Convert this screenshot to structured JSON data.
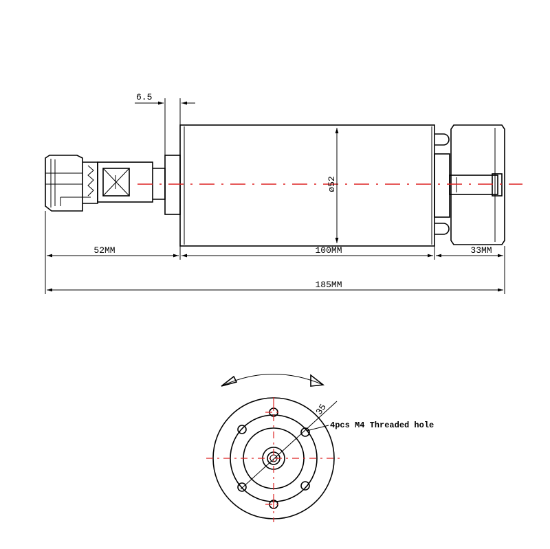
{
  "side_view": {
    "dims": {
      "flange_thickness": "6.5",
      "diameter": "ø52",
      "rear_length": "52MM",
      "body_length": "100MM",
      "shaft_length": "33MM",
      "total_length": "185MM"
    }
  },
  "front_view": {
    "bolt_circle": "35",
    "hole_note": "4pcs M4 Threaded hole"
  },
  "colors": {
    "line": "#000000",
    "centerline": "#dd2222"
  }
}
